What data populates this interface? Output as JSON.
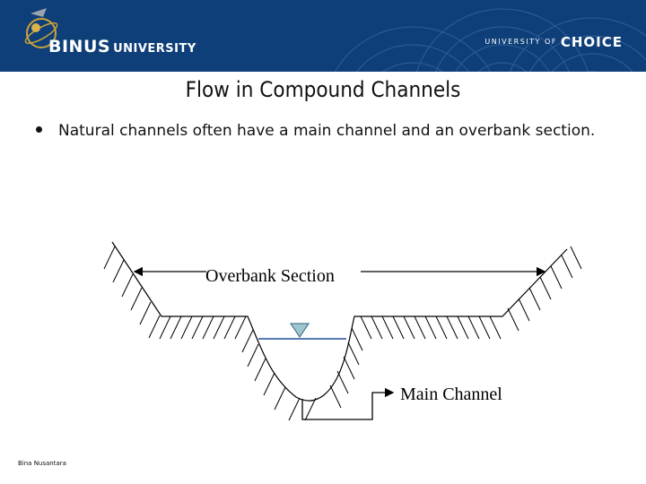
{
  "header": {
    "logo_name": "BINUS",
    "logo_suffix": "UNIVERSITY",
    "tagline_small": "UNIVERSITY OF",
    "tagline_big": "CHOICE",
    "colors": {
      "banner": "#0e3f78",
      "arc": "#2a5a92"
    }
  },
  "slide": {
    "title": "Flow in Compound Channels",
    "bullets": [
      "Natural channels often have a main channel and an overbank section."
    ]
  },
  "diagram": {
    "labels": {
      "overbank": "Overbank Section",
      "main": "Main Channel"
    },
    "water_surface_icon": "inverted-triangle-icon",
    "water_surface_color": "#9ec7d2"
  },
  "footer": {
    "text": "Bina Nusantara"
  }
}
